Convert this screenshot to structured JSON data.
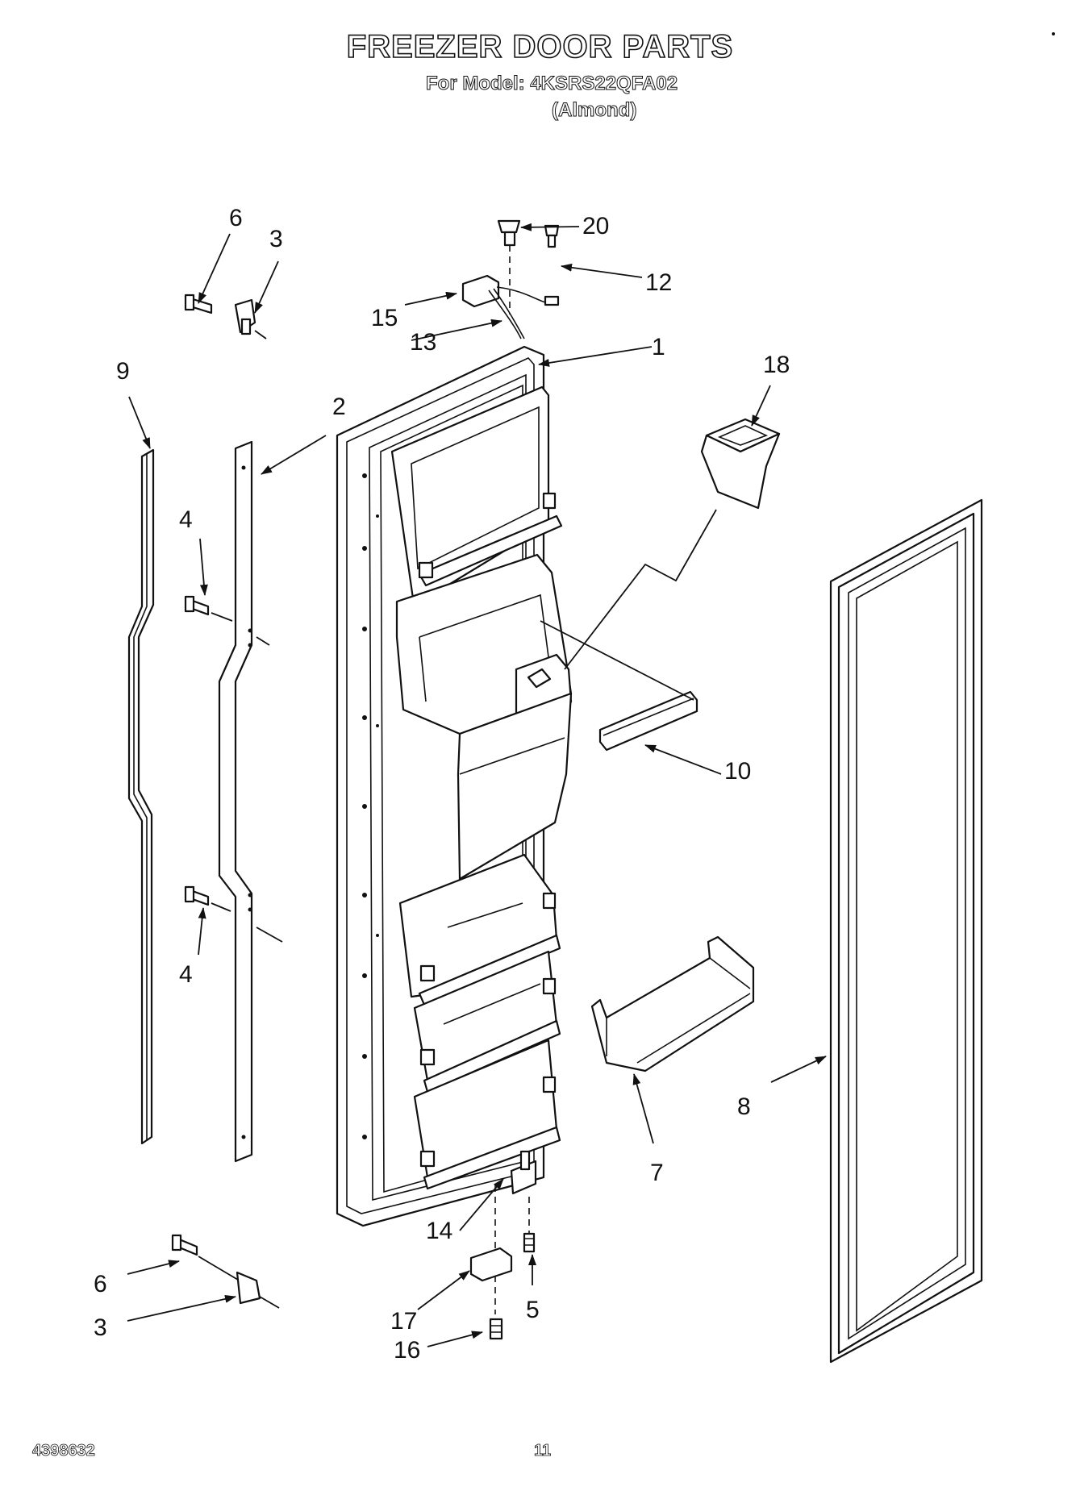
{
  "header": {
    "title": "FREEZER DOOR PARTS",
    "model": "For Model: 4KSRS22QFA02",
    "color": "(Almond)"
  },
  "footer": {
    "doc_number": "4398632",
    "page": "11"
  },
  "callouts": [
    "1",
    "2",
    "3",
    "3",
    "4",
    "4",
    "5",
    "6",
    "6",
    "7",
    "8",
    "9",
    "10",
    "12",
    "13",
    "14",
    "15",
    "16",
    "17",
    "18",
    "20"
  ]
}
